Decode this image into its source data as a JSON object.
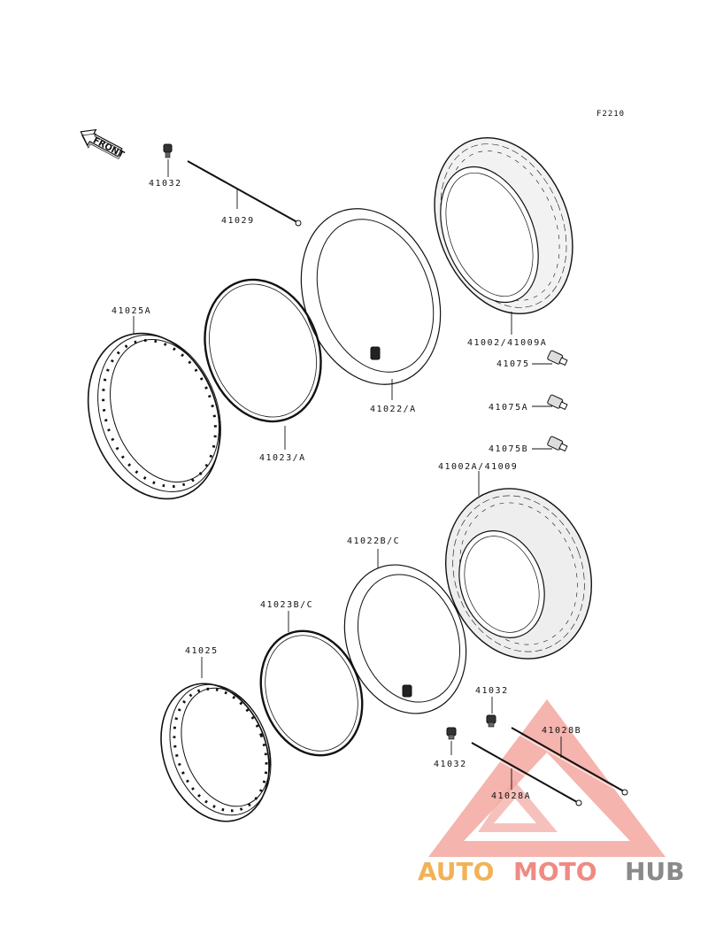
{
  "figure_code": "F2210",
  "front_label": "FRONT",
  "labels": {
    "p41032_top": "41032",
    "p41029": "41029",
    "p41025A": "41025A",
    "p41023A": "41023/A",
    "p41022A": "41022/A",
    "p41002": "41002/41009A",
    "p41075": "41075",
    "p41075A": "41075A",
    "p41075B": "41075B",
    "p41002A": "41002A/41009",
    "p41022BC": "41022B/C",
    "p41023BC": "41023B/C",
    "p41025": "41025",
    "p41032_right": "41032",
    "p41032_bottom": "41032",
    "p41028B": "41028B",
    "p41028A": "41028A"
  },
  "watermark": {
    "part1": "AUTO",
    "part2": "MOTO",
    "part3": "HUB",
    "color_auto": "#f1b257",
    "color_moto": "#ef8a84",
    "color_hub": "#8a8a8a",
    "triangle_color": "#f08a80"
  }
}
